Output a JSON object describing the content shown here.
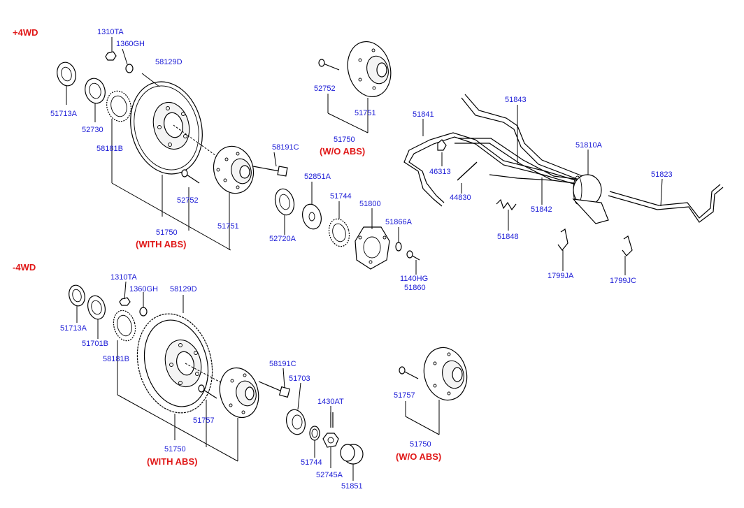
{
  "sections": {
    "plus_4wd": "+4WD",
    "minus_4wd": "-4WD",
    "with_abs_top": "(WITH ABS)",
    "wo_abs_top": "(W/O ABS)",
    "with_abs_bottom": "(WITH ABS)",
    "wo_abs_bottom": "(W/O ABS)"
  },
  "parts_top": {
    "p1310TA": "1310TA",
    "p1360GH": "1360GH",
    "p58129D": "58129D",
    "p51713A": "51713A",
    "p52730": "52730",
    "p58181B": "58181B",
    "p58191C": "58191C",
    "p52752": "52752",
    "p51751": "51751",
    "p51750": "51750",
    "p52752b": "52752",
    "p51751b": "51751",
    "p51750b": "51750",
    "p52851A": "52851A",
    "p51744": "51744",
    "p51800": "51800",
    "p51866A": "51866A",
    "p52720A": "52720A",
    "p1140HG": "1140HG",
    "p51860": "51860"
  },
  "parts_lines": {
    "p51841": "51841",
    "p51843": "51843",
    "p51810A": "51810A",
    "p46313": "46313",
    "p44830": "44830",
    "p51823": "51823",
    "p51842": "51842",
    "p51848": "51848",
    "p1799JA": "1799JA",
    "p1799JC": "1799JC"
  },
  "parts_bottom": {
    "p1310TA": "1310TA",
    "p1360GH": "1360GH",
    "p58129D": "58129D",
    "p51713A": "51713A",
    "p51701B": "51701B",
    "p58181B": "58181B",
    "p58191C": "58191C",
    "p51703": "51703",
    "p1430AT": "1430AT",
    "p51757": "51757",
    "p51750": "51750",
    "p51744": "51744",
    "p52745A": "52745A",
    "p51851": "51851",
    "p51757b": "51757",
    "p51750b": "51750"
  }
}
